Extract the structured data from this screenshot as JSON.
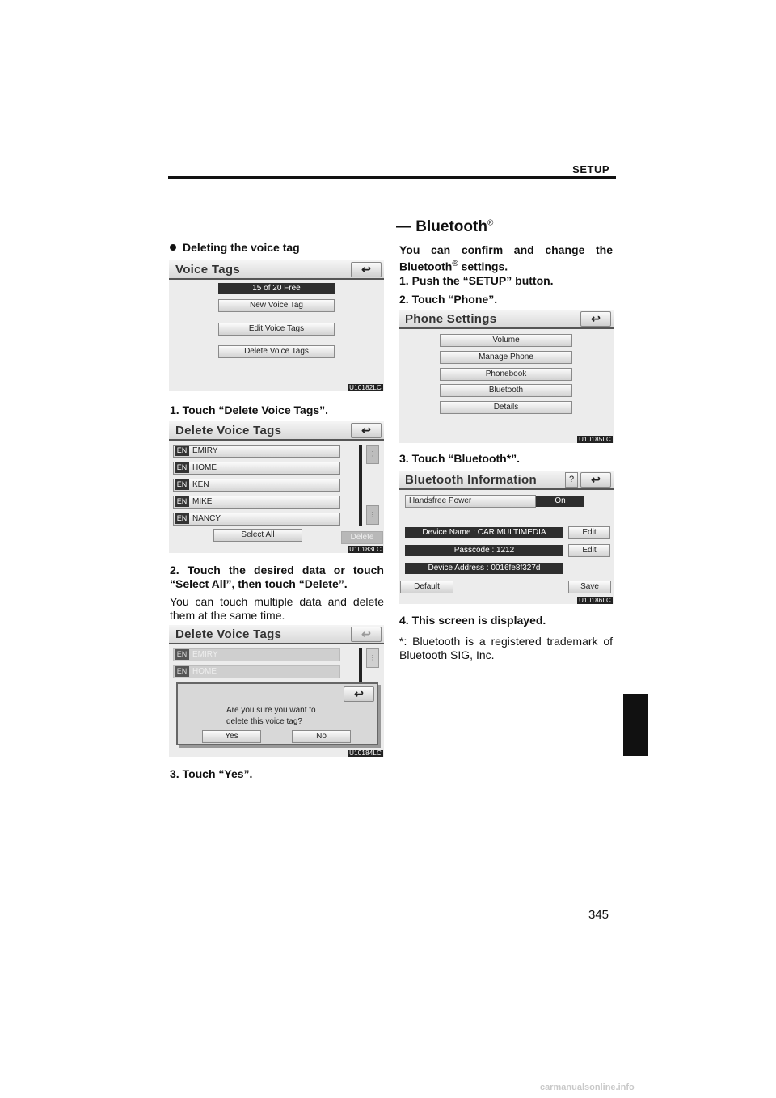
{
  "header": {
    "section": "SETUP"
  },
  "page_number": "345",
  "watermark": "carmanualsonline.info",
  "section_title": "— Bluetooth",
  "section_title_mark": "®",
  "left": {
    "bullet_heading": "Deleting the voice tag",
    "step1": "1. Touch “Delete Voice Tags”.",
    "step2": "2. Touch the desired data or touch “Select All”, then touch “Delete”.",
    "note": "You can touch multiple data and delete them at the same time.",
    "step3": "3. Touch “Yes”.",
    "screen1": {
      "title": "Voice Tags",
      "counter": "15 of 20 Free",
      "buttons": [
        "New Voice Tag",
        "Edit Voice Tags",
        "Delete Voice Tags"
      ],
      "code": "U10182LC"
    },
    "screen2": {
      "title": "Delete Voice Tags",
      "lang": "EN",
      "items": [
        "EMIRY",
        "HOME",
        "KEN",
        "MIKE",
        "NANCY"
      ],
      "select_all": "Select All",
      "delete": "Delete",
      "code": "U10183LC"
    },
    "screen3": {
      "title": "Delete Voice Tags",
      "lang": "EN",
      "items": [
        "EMIRY",
        "HOME"
      ],
      "dialog_line1": "Are you sure you want to",
      "dialog_line2": "delete this voice tag?",
      "yes": "Yes",
      "no": "No",
      "code": "U10184LC"
    }
  },
  "right": {
    "intro_a": "You can confirm and change the Bluetooth",
    "intro_mark": "®",
    "intro_b": " settings.",
    "step1": "1. Push the “SETUP” button.",
    "step2": "2. Touch “Phone”.",
    "step3": "3. Touch “Bluetooth*”.",
    "step4": "4. This screen is displayed.",
    "footnote": "*: Bluetooth is a registered trademark of Bluetooth SIG, Inc.",
    "screen4": {
      "title": "Phone Settings",
      "buttons": [
        "Volume",
        "Manage Phone",
        "Phonebook",
        "Bluetooth",
        "Details"
      ],
      "code": "U10185LC"
    },
    "screen5": {
      "title": "Bluetooth Information",
      "help": "?",
      "handsfree_label": "Handsfree Power",
      "handsfree_value": "On",
      "device_name": "Device Name : CAR MULTIMEDIA",
      "passcode": "Passcode : 1212",
      "device_address": "Device Address : 0016fe8f327d",
      "edit": "Edit",
      "default": "Default",
      "save": "Save",
      "code": "U10186LC"
    }
  },
  "icons": {
    "back": "back-arrow-icon",
    "scroll_up": "scroll-up-icon",
    "scroll_down": "scroll-down-icon"
  }
}
